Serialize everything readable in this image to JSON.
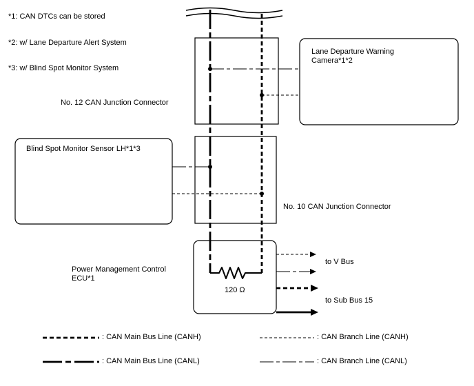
{
  "notes": [
    "*1: CAN DTCs can be stored",
    "*2: w/ Lane Departure Alert System",
    "*3: w/ Blind Spot Monitor System"
  ],
  "connectors": {
    "no12": "No. 12 CAN Junction Connector",
    "no10": "No. 10 CAN Junction Connector"
  },
  "ecus": {
    "camera_line1": "Lane Departure Warning",
    "camera_line2": "Camera*1*2",
    "bsm": "Blind Spot Monitor Sensor LH*1*3",
    "pm_line1": "Power Management Control",
    "pm_line2": "ECU*1"
  },
  "resistor": "120 Ω",
  "outputs": {
    "v_bus": "to V Bus",
    "sub_bus": "to Sub Bus 15"
  },
  "legend": {
    "main_canh": ": CAN Main Bus Line (CANH)",
    "main_canl": ": CAN Main Bus Line (CANL)",
    "branch_canh": ": CAN Branch Line (CANH)",
    "branch_canl": ": CAN Branch Line (CANL)"
  }
}
